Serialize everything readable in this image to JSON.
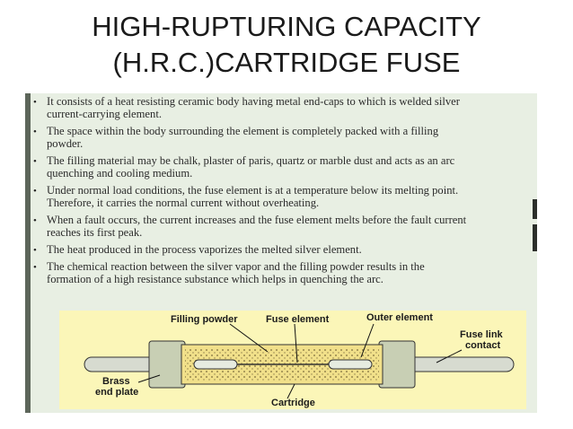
{
  "slide": {
    "title_line1": "HIGH-RUPTURING CAPACITY",
    "title_line2": "(H.R.C.)CARTRIDGE FUSE"
  },
  "bullets": [
    {
      "lines": [
        "It consists of a heat resisting ceramic body having metal end-caps to which is welded silver",
        "current-carrying element."
      ]
    },
    {
      "lines": [
        "The space within the body surrounding the element is completely packed with a filling",
        "powder."
      ]
    },
    {
      "lines": [
        "The filling material may be chalk, plaster of paris, quartz or marble dust and acts as an arc",
        "quenching and cooling medium."
      ]
    },
    {
      "lines": [
        "Under normal load conditions, the fuse element is at a temperature below its melting point.",
        "Therefore, it carries the normal current without overheating."
      ]
    },
    {
      "lines": [
        "When a fault occurs, the current increases and the fuse element melts before the fault current",
        "reaches its first peak."
      ]
    },
    {
      "lines": [
        "The heat produced in the process vaporizes the melted silver element."
      ]
    },
    {
      "lines": [
        "The chemical reaction between the silver vapor and the filling powder results in the",
        "formation of a high resistance substance which helps in quenching the arc."
      ]
    }
  ],
  "bullet_glyph": "•",
  "diagram": {
    "labels": {
      "filling_powder": "Filling powder",
      "fuse_element": "Fuse element",
      "outer_element": "Outer element",
      "fuse_link_contact_1": "Fuse link",
      "fuse_link_contact_2": "contact",
      "brass_end_plate_1": "Brass",
      "brass_end_plate_2": "end plate",
      "cartridge": "Cartridge"
    },
    "colors": {
      "background": "#fbf6b8",
      "body": "#f1e08a",
      "end_cap": "#c8cfb4",
      "contact": "#d7dbd0",
      "element": "#e6ebe0"
    }
  }
}
